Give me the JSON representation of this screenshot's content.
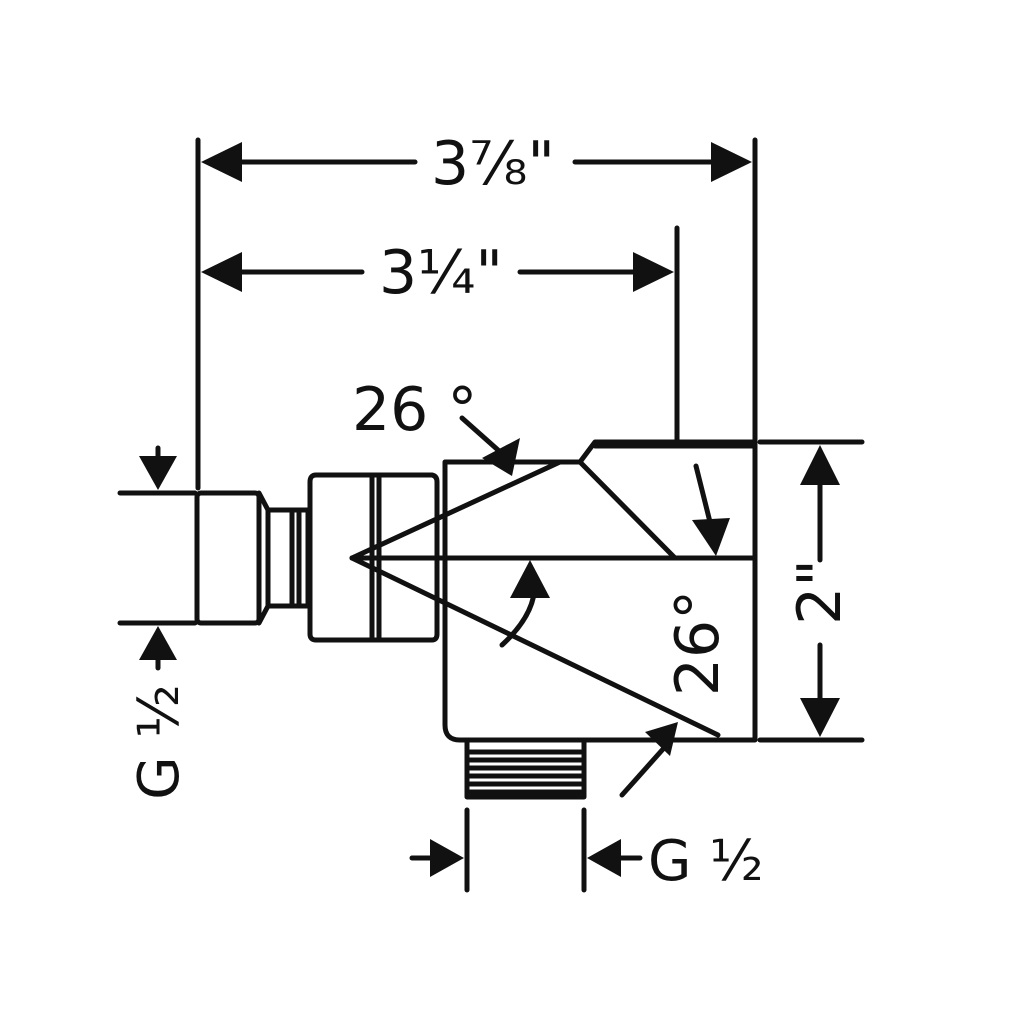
{
  "dimensions": {
    "overall_width": "3⅞\"",
    "inner_width": "3¼\"",
    "height": "2\"",
    "angle_top": "26 °",
    "angle_side": "26°",
    "thread_left": "G ½",
    "thread_bottom": "G ½"
  },
  "colors": {
    "line": "#111111",
    "background": "#ffffff"
  }
}
